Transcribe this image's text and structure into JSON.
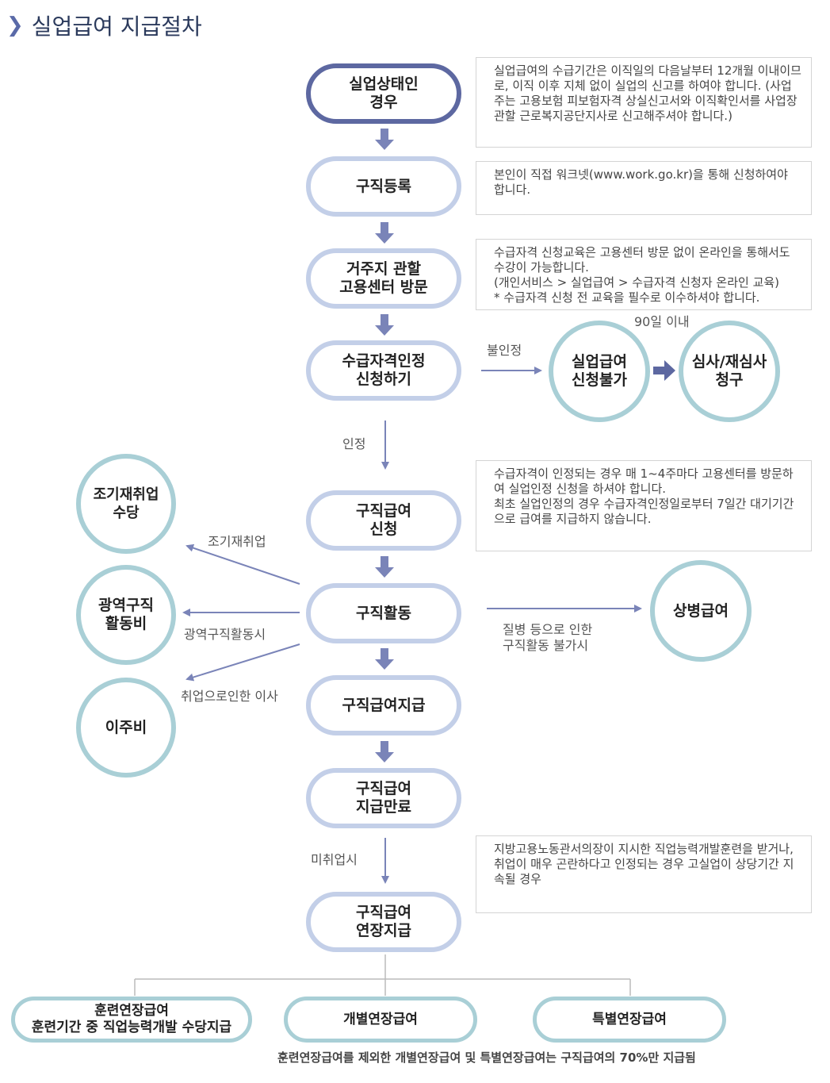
{
  "header": {
    "title": "실업급여 지급절차"
  },
  "colors": {
    "main_border": "#c3cfe8",
    "start_border": "#5d68a1",
    "circle_border": "#a9cfd6",
    "arrow": "#7a84b8",
    "title": "#2b3a5c"
  },
  "steps": {
    "unemployed": "실업상태인\n경우",
    "register": "구직등록",
    "visit_center": "거주지 관할\n고용센터 방문",
    "apply_qualification": "수급자격인정\n신청하기",
    "apply_benefit": "구직급여\n신청",
    "job_search": "구직활동",
    "payment": "구직급여지급",
    "payment_end": "구직급여\n지급만료",
    "extension": "구직급여\n연장지급"
  },
  "circles": {
    "ineligible": "실업급여\n신청불가",
    "review": "심사/재심사\n청구",
    "early_reemployment": "조기재취업\n수당",
    "wide_area_search": "광역구직\n활동비",
    "relocation": "이주비",
    "sickness": "상병급여"
  },
  "extensions": {
    "training": "훈련연장급여\n훈련기간 중 직업능력개발 수당지급",
    "individual": "개별연장급여",
    "special": "특별연장급여"
  },
  "notes": {
    "note1": "실업급여의 수급기간은 이직일의 다음날부터 12개월 이내이므로, 이직 이후 지체 없이 실업의 신고를 하여야 합니다. (사업주는 고용보험 피보험자격 상실신고서와 이직확인서를 사업장 관할 근로복지공단지사로 신고해주셔야 합니다.)",
    "note2": "본인이 직접 워크넷(www.work.go.kr)을 통해 신청하여야 합니다.",
    "note3": "수급자격 신청교육은 고용센터 방문 없이 온라인을 통해서도 수강이 가능합니다.\n(개인서비스 > 실업급여 > 수급자격 신청자 온라인 교육)\n* 수급자격 신청 전 교육을 필수로 이수하셔야 합니다.",
    "note4": "수급자격이 인정되는 경우 매 1~4주마다 고용센터를 방문하여 실업인정 신청을 하셔야 합니다.\n최초 실업인정의 경우 수급자격인정일로부터 7일간 대기기간으로 급여를 지급하지 않습니다.",
    "note5": "지방고용노동관서의장이 지시한 직업능력개발훈련을 받거나, 취업이 매우 곤란하다고 인정되는 경우 고실업이 상당기간 지속될 경우"
  },
  "labels": {
    "not_recognized": "불인정",
    "within_90_days": "90일 이내",
    "recognized": "인정",
    "early_reemployment": "조기재취업",
    "wide_area": "광역구직활동시",
    "relocation": "취업으로인한 이사",
    "sickness": "질병 등으로 인한\n구직활동 불가시",
    "not_employed": "미취업시"
  },
  "footnote": "훈련연장급여를 제외한 개별연장급여 및 특별연장급여는 구직급여의 70%만 지급됨"
}
